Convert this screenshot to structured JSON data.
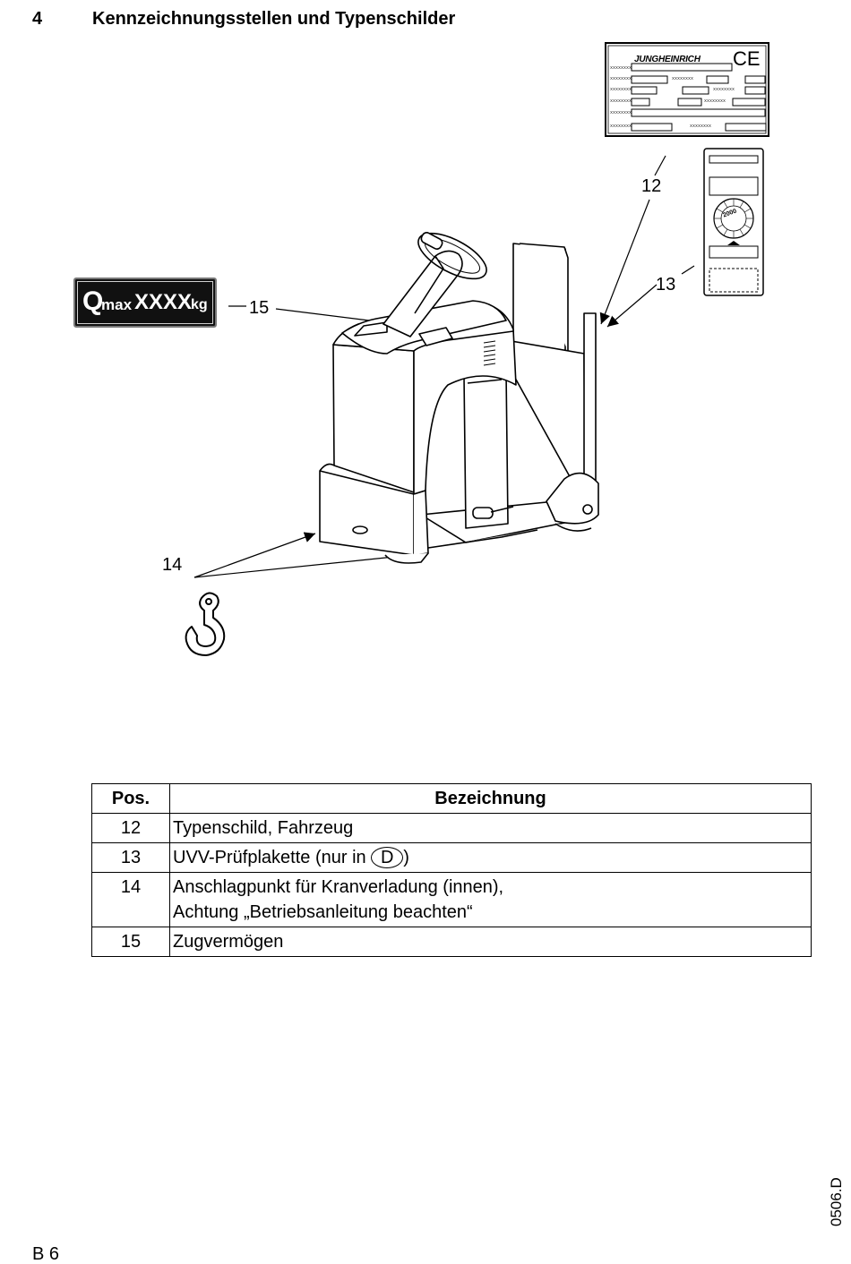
{
  "header": {
    "number": "4",
    "title": "Kennzeichnungsstellen und Typenschilder"
  },
  "figure": {
    "callouts": {
      "c12": "12",
      "c13": "13",
      "c14": "14",
      "c15": "15"
    },
    "qmax_label": {
      "q": "Q",
      "max": "max",
      "value": "XXXX",
      "unit": "kg"
    },
    "type_plate": {
      "brand": "JUNGHEINRICH",
      "ce_mark": "CE",
      "placeholder": "xxxxxxxx"
    },
    "inspection_sticker": {
      "year": "2000"
    },
    "icons": [
      "crane-hook-icon",
      "forklift-truck-drawing",
      "type-plate-icon",
      "inspection-sticker-icon"
    ]
  },
  "table": {
    "headers": {
      "pos": "Pos.",
      "description": "Bezeichnung"
    },
    "rows": [
      {
        "pos": "12",
        "desc": "Typenschild, Fahrzeug"
      },
      {
        "pos": "13",
        "desc_before": "UVV-Prüfplakette (nur in ",
        "desc_symbol": "D",
        "desc_after": ")"
      },
      {
        "pos": "14",
        "desc_line1": "Anschlagpunkt für Kranverladung (innen),",
        "desc_line2": "Achtung „Betriebsanleitung beachten“"
      },
      {
        "pos": "15",
        "desc": "Zugvermögen"
      }
    ]
  },
  "footer": {
    "page": "B 6",
    "code": "0506.D"
  }
}
